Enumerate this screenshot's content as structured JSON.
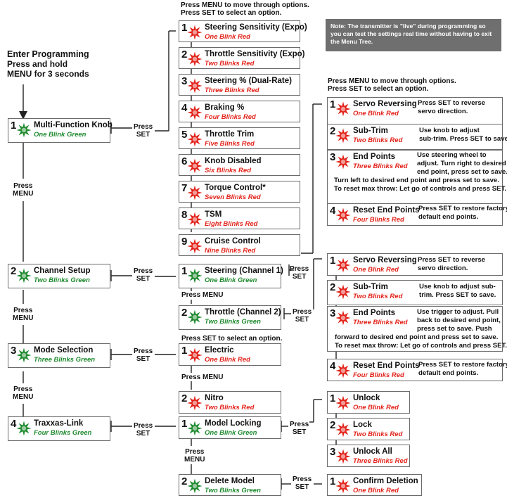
{
  "enter": {
    "line1": "Enter Programming",
    "line2": "Press and hold",
    "line3": "MENU for 3 seconds"
  },
  "note": "Note: The transmitter is \"live\" during programming so you can test the settings real time without having to exit the Menu Tree.",
  "colors": {
    "red": "#e2231a",
    "green": "#1e8a2e",
    "border": "#6b6b6b",
    "note_bg": "#6f6f6f"
  },
  "icons": {
    "led_red": "red-led-icon",
    "led_green": "green-led-icon"
  },
  "main": [
    {
      "num": "1",
      "title": "Multi-Function Knob",
      "sub": "One Blink Green"
    },
    {
      "num": "2",
      "title": "Channel Setup",
      "sub": "Two Blinks Green"
    },
    {
      "num": "3",
      "title": "Mode Selection",
      "sub": "Three Blinks Green"
    },
    {
      "num": "4",
      "title": "Traxxas-Link",
      "sub": "Four Blinks Green"
    }
  ],
  "knob_header": {
    "line1": "Press MENU to move through options.",
    "line2": "Press SET to select an option."
  },
  "knob": [
    {
      "num": "1",
      "title": "Steering Sensitivity (Expo)",
      "sub": "One Blink Red"
    },
    {
      "num": "2",
      "title": "Throttle Sensitivity (Expo)",
      "sub": "Two Blinks Red"
    },
    {
      "num": "3",
      "title": "Steering % (Dual-Rate)",
      "sub": "Three Blinks Red"
    },
    {
      "num": "4",
      "title": "Braking %",
      "sub": "Four Blinks Red"
    },
    {
      "num": "5",
      "title": "Throttle Trim",
      "sub": "Five Blinks Red"
    },
    {
      "num": "6",
      "title": "Knob Disabled",
      "sub": "Six Blinks Red"
    },
    {
      "num": "7",
      "title": "Torque Control*",
      "sub": "Seven Blinks Red"
    },
    {
      "num": "8",
      "title": "TSM",
      "sub": "Eight Blinks Red"
    },
    {
      "num": "9",
      "title": "Cruise Control",
      "sub": "Nine Blinks Red"
    }
  ],
  "channel": [
    {
      "num": "1",
      "title": "Steering (Channel 1)",
      "sub": "One Blink Green"
    },
    {
      "num": "2",
      "title": "Throttle (Channel 2)",
      "sub": "Two Blinks Green"
    }
  ],
  "mode_header": "Press SET to select an option.",
  "mode": [
    {
      "num": "1",
      "title": "Electric",
      "sub": "One Blink Red"
    },
    {
      "num": "2",
      "title": "Nitro",
      "sub": "Two Blinks Red"
    }
  ],
  "link": [
    {
      "num": "1",
      "title": "Model Locking",
      "sub": "One Blink Green"
    },
    {
      "num": "2",
      "title": "Delete Model",
      "sub": "Two Blinks Green"
    }
  ],
  "steer_header": {
    "line1": "Press MENU to move through options.",
    "line2": "Press SET to select an option."
  },
  "steer": [
    {
      "num": "1",
      "title": "Servo Reversing",
      "sub": "One Blink Red",
      "desc": [
        "Press SET to reverse",
        "servo direction."
      ]
    },
    {
      "num": "2",
      "title": "Sub-Trim",
      "sub": "Two Blinks Red",
      "desc": [
        "Use knob to adjust",
        "sub-trim. Press SET to save."
      ]
    },
    {
      "num": "3",
      "title": "End Points",
      "sub": "Three Blinks Red",
      "desc": [
        "Use steering wheel to",
        "adjust. Turn right to desired",
        "end point, press set to save.",
        "Turn left to desired end point and press set to save.",
        "To reset max throw: Let go of controls and press SET."
      ]
    },
    {
      "num": "4",
      "title": "Reset End Points",
      "sub": "Four Blinks Red",
      "desc": [
        "Press SET to restore factory",
        "default end points."
      ]
    }
  ],
  "throttle": [
    {
      "num": "1",
      "title": "Servo Reversing",
      "sub": "One Blink Red",
      "desc": [
        "Press SET to reverse",
        "servo direction."
      ]
    },
    {
      "num": "2",
      "title": "Sub-Trim",
      "sub": "Two Blinks Red",
      "desc": [
        "Use knob to adjust sub-",
        "trim. Press SET to save."
      ]
    },
    {
      "num": "3",
      "title": "End Points",
      "sub": "Three Blinks Red",
      "desc": [
        "Use trigger to adjust. Pull",
        "back to desired end point,",
        "press set to save. Push",
        "forward to desired end point and press set to save.",
        "To reset max throw: Let go of controls and press SET."
      ]
    },
    {
      "num": "4",
      "title": "Reset End Points",
      "sub": "Four Blinks Red",
      "desc": [
        "Press SET to restore factory",
        "default end points."
      ]
    }
  ],
  "lock": [
    {
      "num": "1",
      "title": "Unlock",
      "sub": "One Blink Red"
    },
    {
      "num": "2",
      "title": "Lock",
      "sub": "Two Blinks Red"
    },
    {
      "num": "3",
      "title": "Unlock All",
      "sub": "Three Blinks Red"
    }
  ],
  "delete": [
    {
      "num": "1",
      "title": "Confirm Deletion",
      "sub": "One Blink Red"
    }
  ],
  "press": {
    "set1": "Press",
    "set2": "SET",
    "menu1": "Press",
    "menu2": "MENU",
    "menu_inline": "Press MENU"
  }
}
